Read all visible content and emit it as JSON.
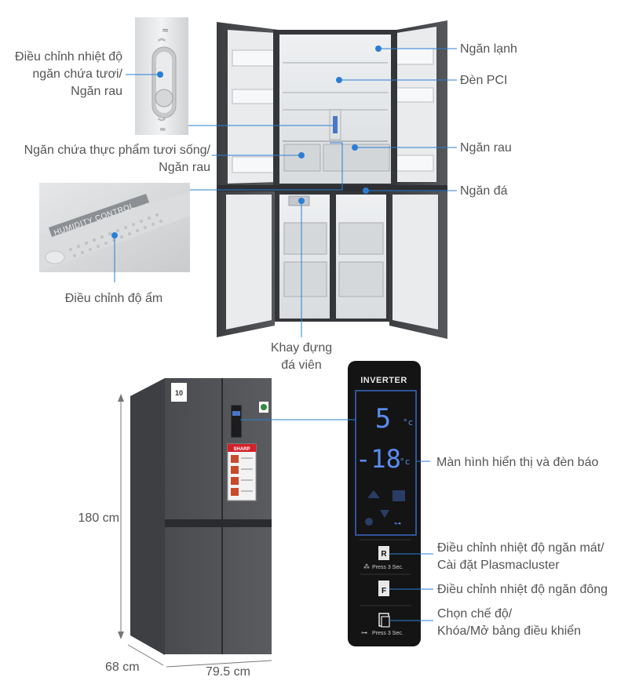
{
  "labels": {
    "temp_fresh_l1": "Điều chỉnh nhiệt độ",
    "temp_fresh_l2": "ngăn chứa tươi/",
    "temp_fresh_l3": "Ngăn rau",
    "fresh_food_l1": "Ngăn chứa thực phẩm tươi sống/",
    "fresh_food_l2": "Ngăn rau",
    "humidity_adjust": "Điều chỉnh độ ẩm",
    "cold_compartment": "Ngăn lạnh",
    "pci_light": "Đèn PCI",
    "vegetable_drawer": "Ngăn rau",
    "freezer_compartment": "Ngăn đá",
    "ice_tray_l1": "Khay đựng",
    "ice_tray_l2": "đá viên",
    "display_indicator": "Màn hình hiển thị và đèn báo",
    "fridge_temp_l1": "Điều chỉnh nhiệt độ ngăn mát/",
    "fridge_temp_l2": "Cài đặt Plasmacluster",
    "freezer_temp": "Điều chỉnh nhiệt độ ngăn đông",
    "mode_l1": "Chọn chế độ/",
    "mode_l2": "Khóa/Mở bảng điều khiển"
  },
  "dimensions": {
    "height": "180 cm",
    "depth": "68 cm",
    "width": "79.5 cm"
  },
  "panel": {
    "brand": "INVERTER",
    "fridge_temp": "5",
    "fridge_unit": "°c",
    "freezer_temp": "-18",
    "freezer_unit": "°c",
    "key_r": "R",
    "key_f": "F",
    "press_text_1": "Press 3 Sec.",
    "press_text_2": "Press 3 Sec."
  },
  "inset": {
    "humidity_text": "HUMIDITY CONTROL"
  },
  "fridge_badges": {
    "brand": "SHARP",
    "warranty": "10"
  },
  "colors": {
    "leader_line": "#2a7fd4",
    "panel_bg": "#141414",
    "display_blue": "#5a8cf0",
    "fridge_body": "#4a4b4f"
  }
}
